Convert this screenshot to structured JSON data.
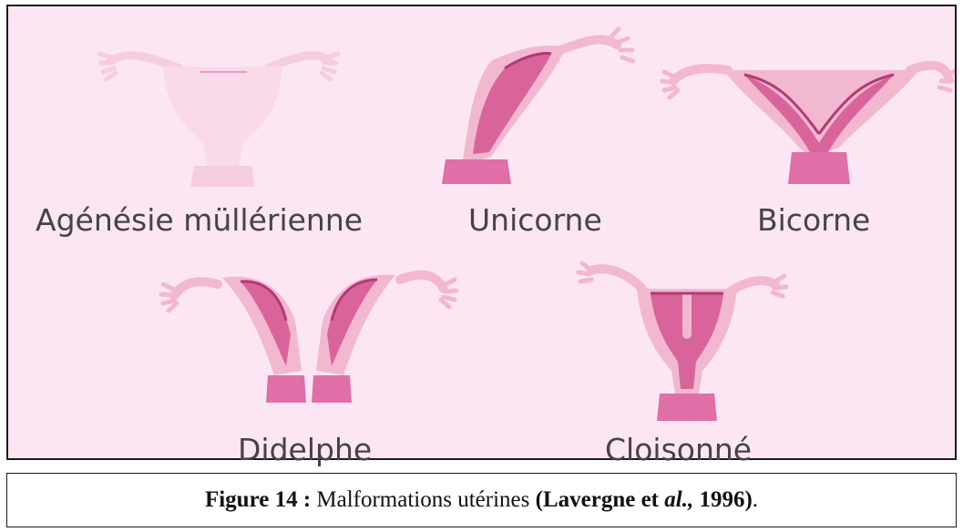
{
  "labels": {
    "agenesie": "Agénésie müllérienne",
    "unicorne": "Unicorne",
    "bicorne": "Bicorne",
    "didelphe": "Didelphe",
    "cloisonne": "Cloisonné"
  },
  "caption": {
    "prefix": "Figure 14 :",
    "text": " Malformations utérines ",
    "ref_open": "(",
    "ref_author": "Lavergne et ",
    "ref_etal": "al.,",
    "ref_year": " 1996",
    "ref_close": ")",
    "end": "."
  },
  "colors": {
    "background": "#fde6f4",
    "tissue_light": "#f2b8cf",
    "cavity": "#d9649c",
    "cavity_line": "#b23a78",
    "cervix": "#df6fa6",
    "ghost": "#f7cfe2"
  }
}
